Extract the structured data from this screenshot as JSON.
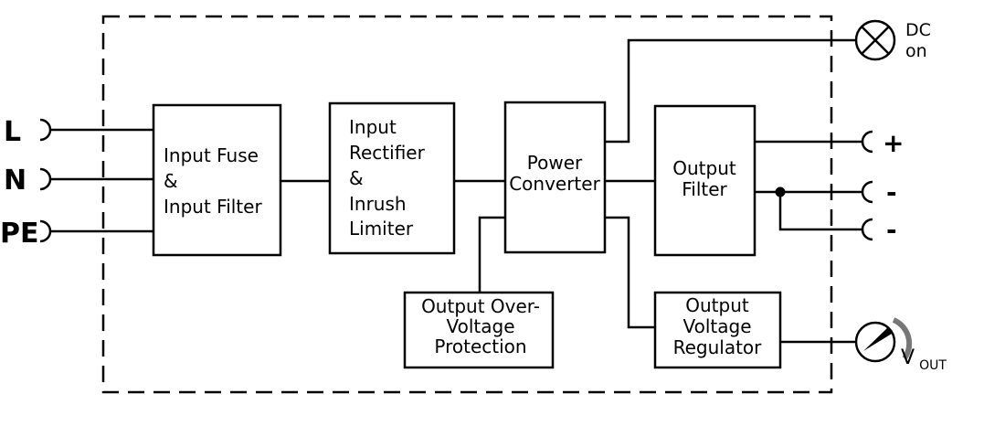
{
  "inputs": {
    "L": "L",
    "N": "N",
    "PE": "PE"
  },
  "blocks": {
    "input_fuse": [
      "Input Fuse",
      "&",
      "Input Filter"
    ],
    "input_rectifier": [
      "Input",
      "Rectifier",
      "&",
      "Inrush",
      "Limiter"
    ],
    "power_converter": [
      "Power",
      "Converter"
    ],
    "output_filter": [
      "Output",
      "Filter"
    ],
    "ovp": [
      "Output Over-",
      "Voltage",
      "Protection"
    ],
    "regulator": [
      "Output",
      "Voltage",
      "Regulator"
    ]
  },
  "outputs": {
    "plus": "+",
    "minus1": "-",
    "minus2": "-",
    "dc_on": [
      "DC",
      "on"
    ],
    "vout_main": "V",
    "vout_sub": "OUT"
  }
}
